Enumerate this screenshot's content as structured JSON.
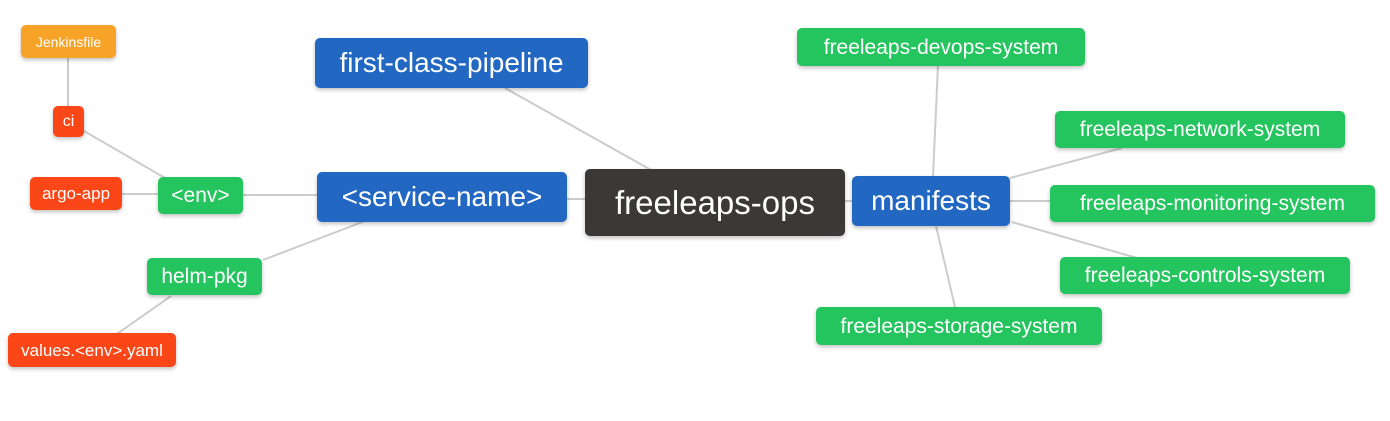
{
  "diagram": {
    "type": "mindmap",
    "background": "#ffffff",
    "edge_color": "#cccccc",
    "colors": {
      "root_dark": "#3b3838",
      "branch_blue": "#2267c1",
      "leaf_green": "#24c45e",
      "leaf_red": "#fb4617",
      "leaf_orange": "#f7a327",
      "node_text": "#ffffff"
    }
  },
  "nodes": {
    "root": {
      "label": "freeleaps-ops",
      "level": 0,
      "color": "#3b3838"
    },
    "fcp": {
      "label": "first-class-pipeline",
      "level": 1,
      "color": "#2267c1"
    },
    "service": {
      "label": "<service-name>",
      "level": 1,
      "color": "#2267c1"
    },
    "manifests": {
      "label": "manifests",
      "level": 1,
      "color": "#2267c1"
    },
    "env": {
      "label": "<env>",
      "level": 2,
      "color": "#24c45e"
    },
    "helmpkg": {
      "label": "helm-pkg",
      "level": 2,
      "color": "#24c45e"
    },
    "ci": {
      "label": "ci",
      "level": 3,
      "color": "#fb4617"
    },
    "argoapp": {
      "label": "argo-app",
      "level": 3,
      "color": "#fb4617"
    },
    "valuesyaml": {
      "label": "values.<env>.yaml",
      "level": 3,
      "color": "#fb4617"
    },
    "jenkinsfile": {
      "label": "Jenkinsfile",
      "level": 4,
      "color": "#f7a327"
    },
    "devops": {
      "label": "freeleaps-devops-system",
      "level": 2,
      "color": "#24c45e"
    },
    "network": {
      "label": "freeleaps-network-system",
      "level": 2,
      "color": "#24c45e"
    },
    "monitoring": {
      "label": "freeleaps-monitoring-system",
      "level": 2,
      "color": "#24c45e"
    },
    "controls": {
      "label": "freeleaps-controls-system",
      "level": 2,
      "color": "#24c45e"
    },
    "storage": {
      "label": "freeleaps-storage-system",
      "level": 2,
      "color": "#24c45e"
    }
  },
  "edges": [
    {
      "from": "freeleaps-ops",
      "to": "first-class-pipeline"
    },
    {
      "from": "freeleaps-ops",
      "to": "<service-name>"
    },
    {
      "from": "freeleaps-ops",
      "to": "manifests"
    },
    {
      "from": "<service-name>",
      "to": "<env>"
    },
    {
      "from": "<service-name>",
      "to": "helm-pkg"
    },
    {
      "from": "<env>",
      "to": "ci"
    },
    {
      "from": "<env>",
      "to": "argo-app"
    },
    {
      "from": "ci",
      "to": "Jenkinsfile"
    },
    {
      "from": "helm-pkg",
      "to": "values.<env>.yaml"
    },
    {
      "from": "manifests",
      "to": "freeleaps-devops-system"
    },
    {
      "from": "manifests",
      "to": "freeleaps-network-system"
    },
    {
      "from": "manifests",
      "to": "freeleaps-monitoring-system"
    },
    {
      "from": "manifests",
      "to": "freeleaps-controls-system"
    },
    {
      "from": "manifests",
      "to": "freeleaps-storage-system"
    }
  ]
}
